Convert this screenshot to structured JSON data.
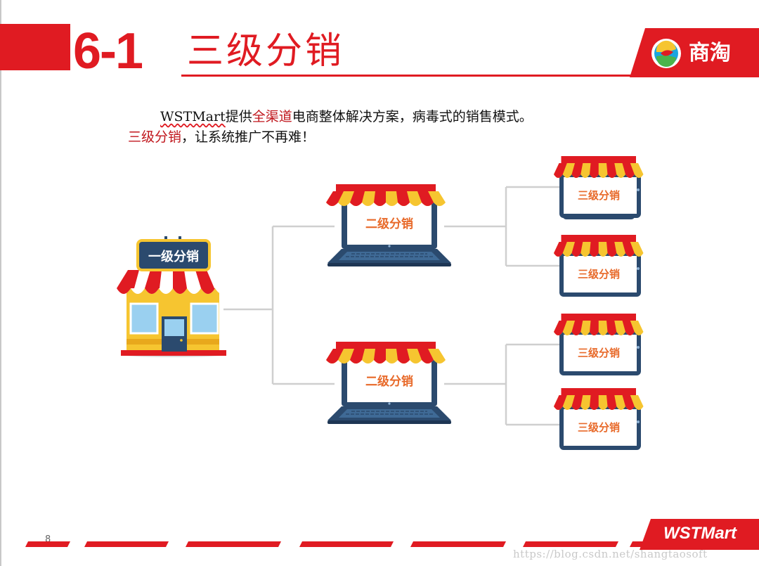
{
  "header": {
    "section_number": "6-1",
    "title": "三级分销",
    "logo_text": "商淘"
  },
  "intro": {
    "brand": "WSTMart",
    "line1_a": "提供",
    "line1_highlight": "全渠道",
    "line1_b": "电商整体解决方案，病毒式的销售模式。",
    "line2_highlight": "三级分销",
    "line2_b": "，让系统推广不再难！"
  },
  "diagram": {
    "level1_label": "一级分销",
    "level2_labels": [
      "二级分销",
      "二级分销"
    ],
    "level3_labels": [
      "三级分销",
      "三级分销",
      "三级分销",
      "三级分销"
    ]
  },
  "footer": {
    "page_number": "8",
    "logo_text": "WSTMart",
    "watermark": "https://blog.csdn.net/shangtaosoft"
  },
  "colors": {
    "brand_red": "#e01b22",
    "navy": "#2b4a6e",
    "awning_yellow": "#f6c530",
    "connector_gray": "#cfcfcf"
  }
}
